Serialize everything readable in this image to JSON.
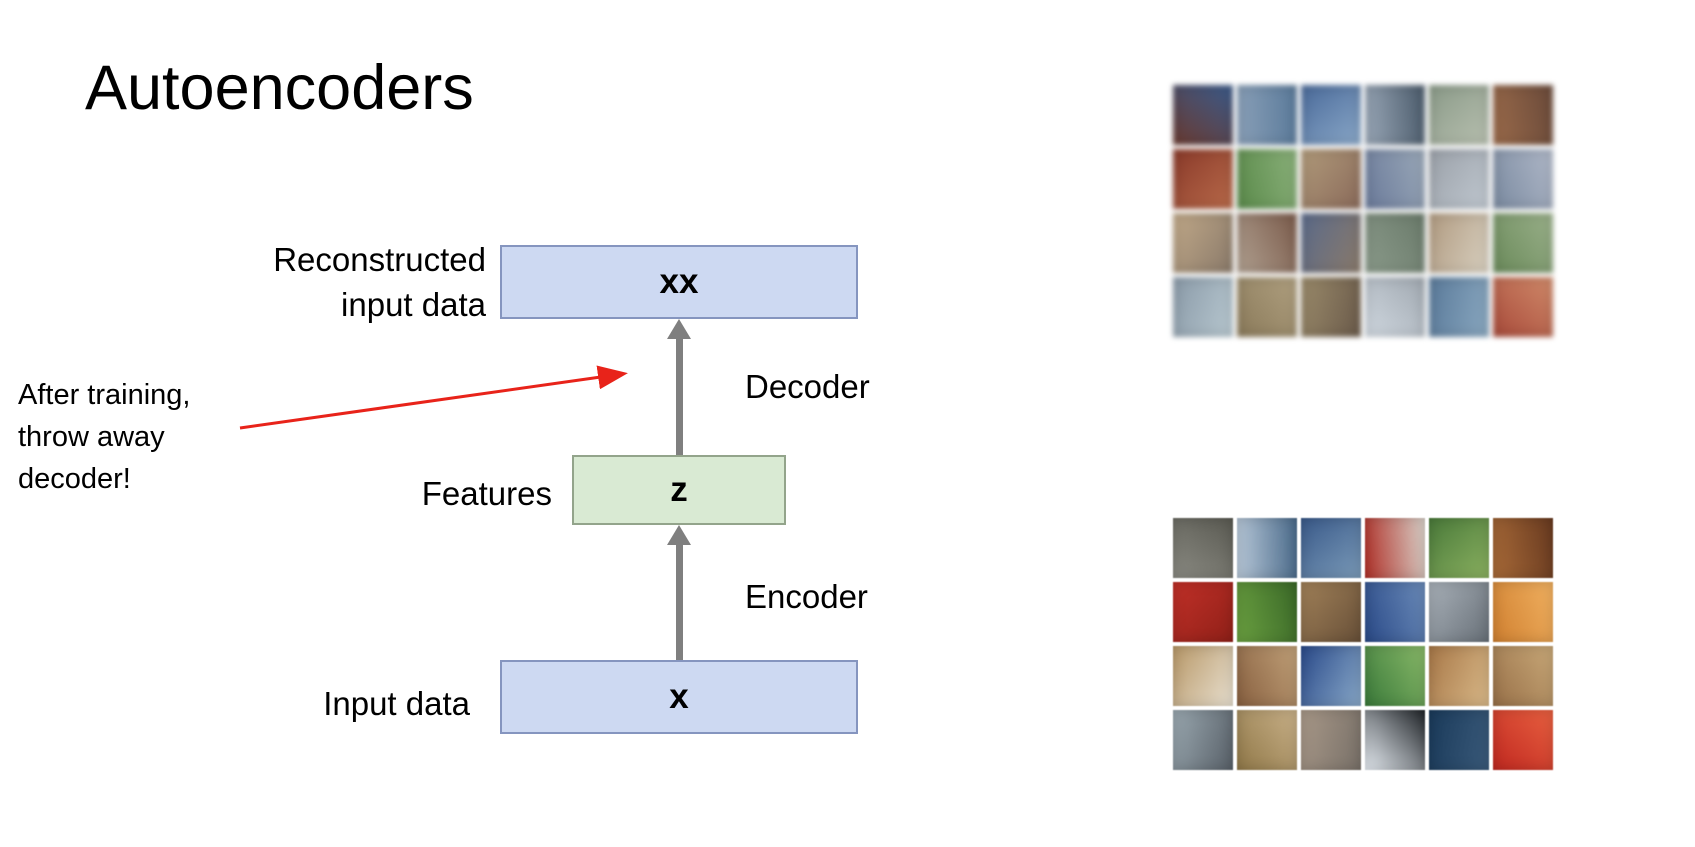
{
  "slide": {
    "title": "Autoencoders",
    "annotation": "After training,\nthrow away\ndecoder!"
  },
  "diagram": {
    "reconstructed_label_line1": "Reconstructed",
    "reconstructed_label_line2": "input data",
    "reconstructed_box_label": "xx",
    "decoder_label": "Decoder",
    "features_label": "Features",
    "features_box_label": "z",
    "encoder_label": "Encoder",
    "input_label": "Input data",
    "input_box_label": "x",
    "colors": {
      "data_box_fill": "#cdd9f2",
      "data_box_border": "#8595bf",
      "feature_box_fill": "#d9ead3",
      "feature_box_border": "#93a48b",
      "arrow_gray": "#7f7f7f",
      "annotation_arrow_red": "#e8231a"
    }
  },
  "image_grids": {
    "top_description": "blurry reconstructed CIFAR-style images, 4 rows x 6 columns",
    "bottom_description": "sharp original CIFAR-style images, 4 rows x 6 columns",
    "top_tiles": [
      [
        [
          "#6a3a30",
          "#3a5a8a"
        ],
        [
          "#8aa0b8",
          "#5a7a9a"
        ],
        [
          "#4a6a9a",
          "#8aa8c8"
        ],
        [
          "#9aa8b8",
          "#4a5a6a"
        ],
        [
          "#8a9a88",
          "#b8c0b0"
        ],
        [
          "#9a6a4a",
          "#6a4a3a"
        ]
      ],
      [
        [
          "#8a3a2a",
          "#b86a4a"
        ],
        [
          "#5a8a4a",
          "#8ab07a"
        ],
        [
          "#b09a7a",
          "#8a6a5a"
        ],
        [
          "#6a7a9a",
          "#9aa8b8"
        ],
        [
          "#9aa0a8",
          "#c0c8d0"
        ],
        [
          "#7a8aa0",
          "#b0b8c8"
        ]
      ],
      [
        [
          "#c0a888",
          "#8a7a6a"
        ],
        [
          "#b0a090",
          "#7a5a4a"
        ],
        [
          "#5a6a8a",
          "#8a7a6a"
        ],
        [
          "#8a9a8a",
          "#6a7a6a"
        ],
        [
          "#b09a80",
          "#d8d0c0"
        ],
        [
          "#6a8a5a",
          "#9ab08a"
        ]
      ],
      [
        [
          "#8a9aa8",
          "#b8c8d0"
        ],
        [
          "#8a7a5a",
          "#b0a080"
        ],
        [
          "#9a8a6a",
          "#6a5a4a"
        ],
        [
          "#d0d8e0",
          "#a0a8b0"
        ],
        [
          "#5a7a9a",
          "#8aa8c0"
        ],
        [
          "#a84a3a",
          "#d08a6a"
        ]
      ]
    ],
    "bottom_tiles": [
      [
        [
          "#8a8a82",
          "#5a5a52"
        ],
        [
          "#b8c8d8",
          "#4a6a8a"
        ],
        [
          "#3a5a8a",
          "#7a9ab8"
        ],
        [
          "#b03028",
          "#d8d0c8"
        ],
        [
          "#4a7a3a",
          "#8ab060"
        ],
        [
          "#a86a38",
          "#683a20"
        ]
      ],
      [
        [
          "#c03028",
          "#902018"
        ],
        [
          "#6aa040",
          "#3a6828"
        ],
        [
          "#a08058",
          "#685038"
        ],
        [
          "#2a4a88",
          "#6a8ab8"
        ],
        [
          "#a8b0b8",
          "#687078"
        ],
        [
          "#d08030",
          "#f0b060"
        ]
      ],
      [
        [
          "#b89868",
          "#e8e0d0"
        ],
        [
          "#886040",
          "#c0a078"
        ],
        [
          "#2a4a8a",
          "#88a8c8"
        ],
        [
          "#3a7a3a",
          "#88b868"
        ],
        [
          "#a87848",
          "#d8b888"
        ],
        [
          "#987048",
          "#c8a878"
        ]
      ],
      [
        [
          "#9aa8b0",
          "#586068"
        ],
        [
          "#907848",
          "#c8b088"
        ],
        [
          "#a89888",
          "#787068"
        ],
        [
          "#e8eef4",
          "#202428"
        ],
        [
          "#1a3a5a",
          "#3a5a7a"
        ],
        [
          "#c02820",
          "#e86040"
        ]
      ]
    ]
  }
}
